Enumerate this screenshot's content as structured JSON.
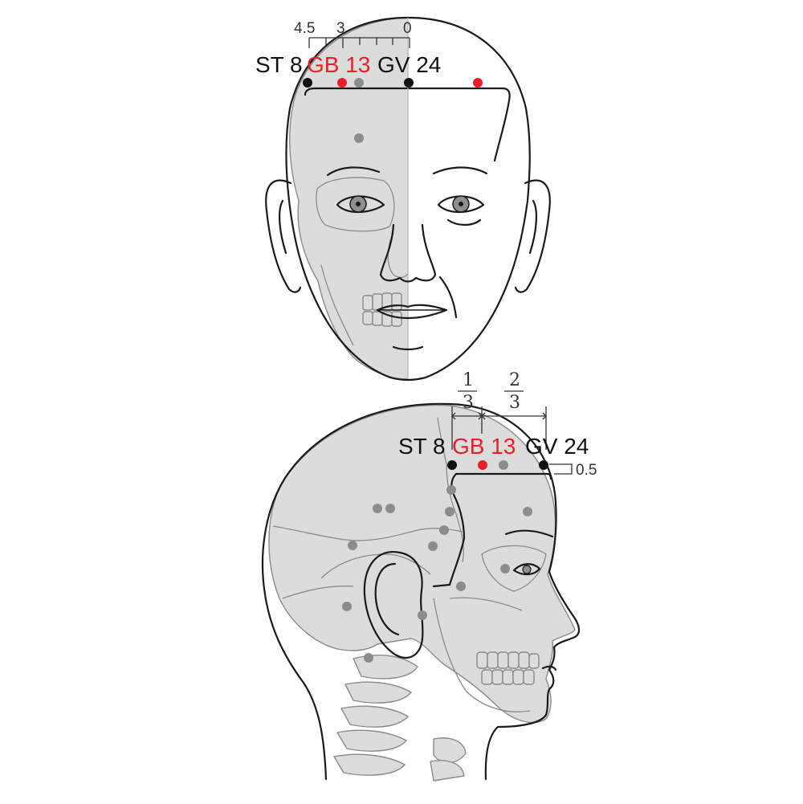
{
  "colors": {
    "highlight": "#e8202a",
    "primary_point": "#111111",
    "secondary_point": "#8c8c8c",
    "bone_fill": "#dcdcdc",
    "outline": "#1a1a1a"
  },
  "front_view": {
    "scale_labels": {
      "left": "4.5",
      "middle": "3",
      "right": "0"
    },
    "labels": {
      "st8": "ST 8",
      "gb13": "GB 13",
      "gv24": "GV 24"
    }
  },
  "side_view": {
    "fraction_left": {
      "numerator": "1",
      "denominator": "3"
    },
    "fraction_right": {
      "numerator": "2",
      "denominator": "3"
    },
    "labels": {
      "st8": "ST 8",
      "gb13": "GB 13",
      "gv24": "GV 24"
    },
    "offset_label": "0.5"
  }
}
